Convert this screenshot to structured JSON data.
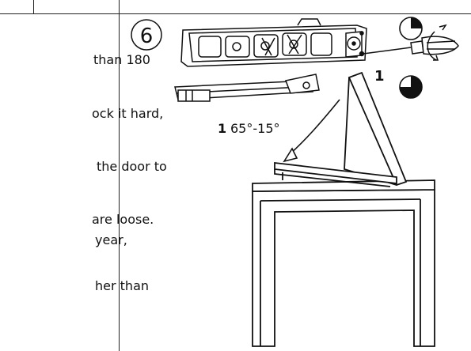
{
  "instructions": {
    "lines": [
      "than 180",
      "ock it hard,",
      "the door to",
      "are loose.",
      "year,",
      "her than"
    ]
  },
  "illustration": {
    "step_number": "6",
    "callout_number": "1",
    "angle_label": "65°-15°",
    "label_number": "1"
  }
}
